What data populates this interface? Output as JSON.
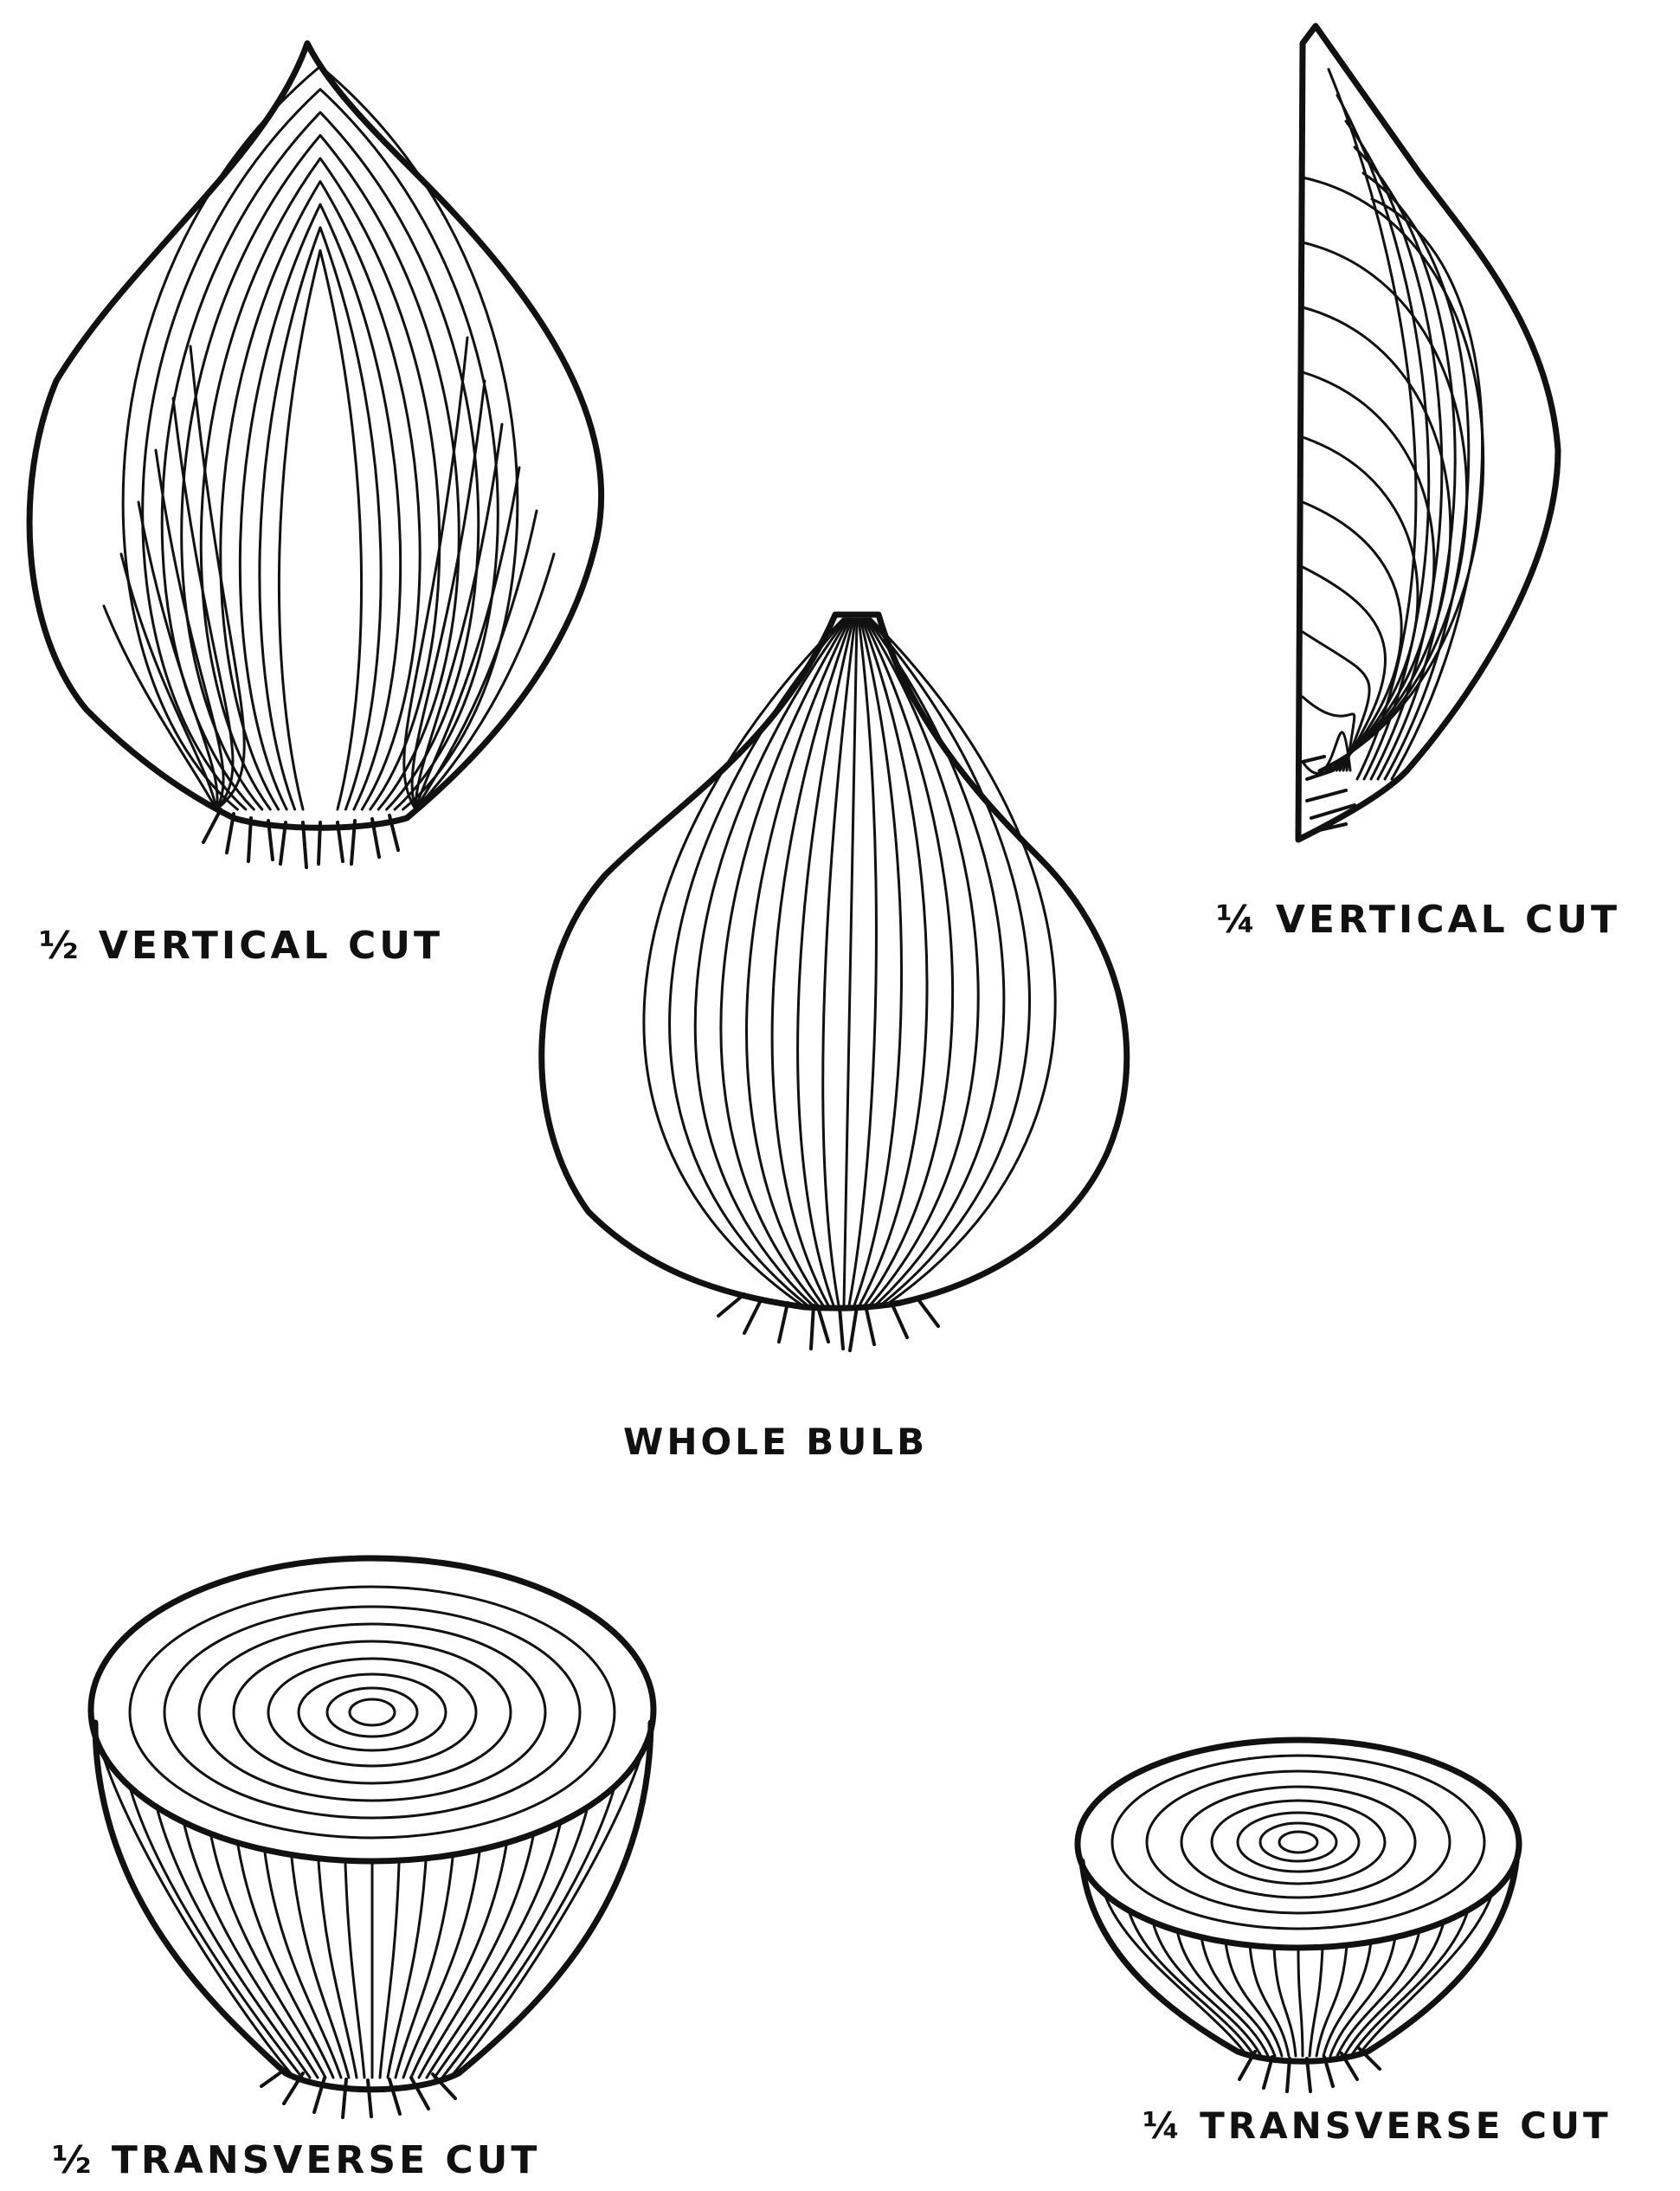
{
  "labels": {
    "half_vertical": "½ VERTICAL CUT",
    "quarter_vertical": "¼ VERTICAL CUT",
    "whole_bulb": "WHOLE BULB",
    "half_transverse": "½ TRANSVERSE CUT",
    "quarter_transverse": "¼ TRANSVERSE CUT"
  },
  "colors": {
    "ink": "#111111",
    "paper": "#ffffff"
  }
}
